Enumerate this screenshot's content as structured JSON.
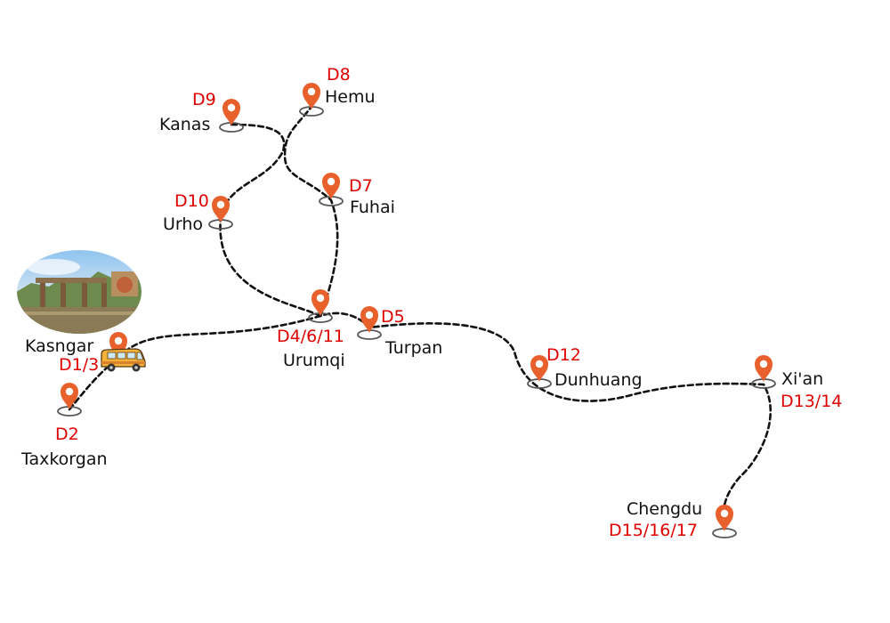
{
  "map": {
    "colors": {
      "route": "#111111",
      "pin": "#e8612c",
      "day_label": "#e00000",
      "city_label": "#111111",
      "van": "#f3b23a"
    },
    "stops": [
      {
        "id": "kashgar",
        "city": "Kasngar",
        "days": "D1/3"
      },
      {
        "id": "taxkorgan",
        "city": "Taxkorgan",
        "days": "D2"
      },
      {
        "id": "urumqi",
        "city": "Urumqi",
        "days": "D4/6/11"
      },
      {
        "id": "turpan",
        "city": "Turpan",
        "days": "D5"
      },
      {
        "id": "fuhai",
        "city": "Fuhai",
        "days": "D7"
      },
      {
        "id": "hemu",
        "city": "Hemu",
        "days": "D8"
      },
      {
        "id": "kanas",
        "city": "Kanas",
        "days": "D9"
      },
      {
        "id": "urho",
        "city": "Urho",
        "days": "D10"
      },
      {
        "id": "dunhuang",
        "city": "Dunhuang",
        "days": "D12"
      },
      {
        "id": "xian",
        "city": "Xi'an",
        "days": "D13/14"
      },
      {
        "id": "chengdu",
        "city": "Chengdu",
        "days": "D15/16/17"
      }
    ],
    "icons": {
      "pin": "location-pin-icon",
      "van": "van-icon",
      "photo": "kashgar-photo"
    }
  }
}
